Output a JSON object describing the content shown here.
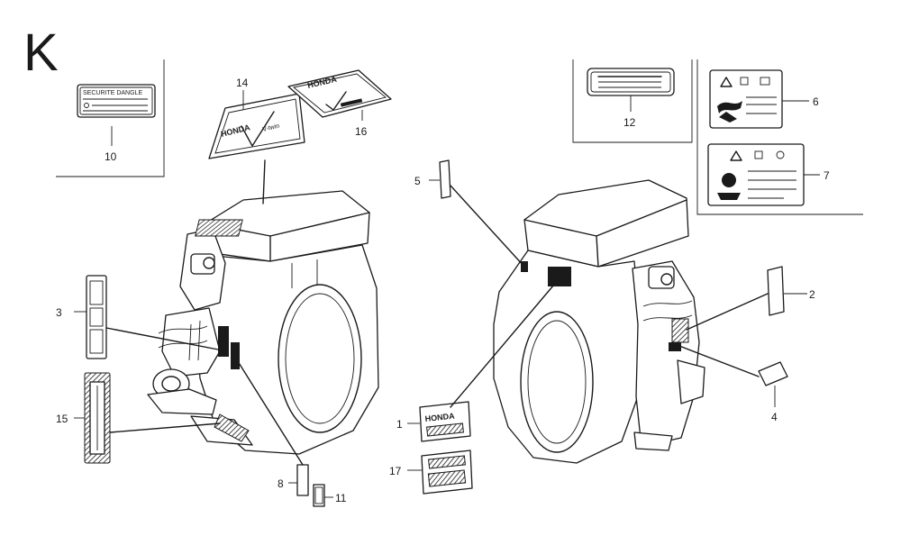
{
  "sheet_letter": "K",
  "labels": {
    "safety_label_text": "SECURITE  DANGLE",
    "brand_text": "HONDA",
    "model_text": "V-twin"
  },
  "callouts": [
    "1",
    "2",
    "3",
    "4",
    "5",
    "6",
    "7",
    "8",
    "10",
    "11",
    "12",
    "14",
    "15",
    "16",
    "17"
  ]
}
